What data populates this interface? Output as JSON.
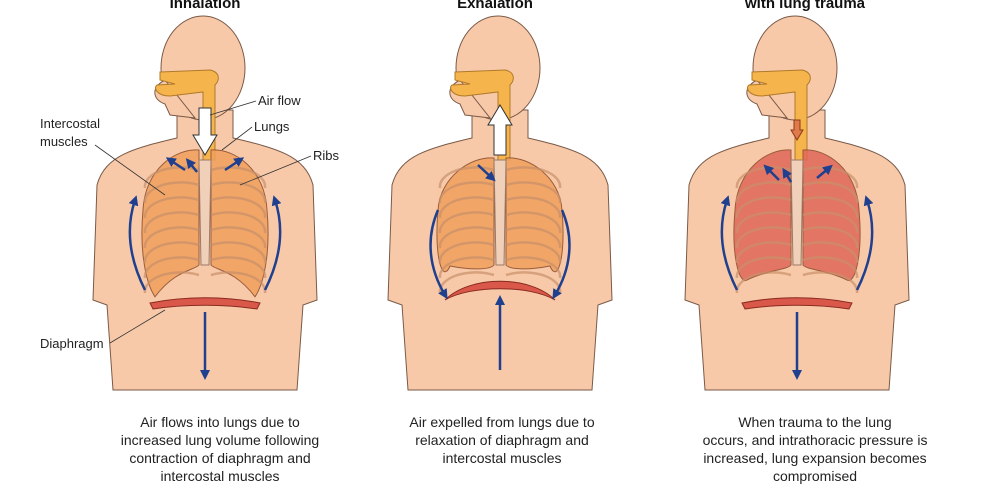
{
  "panels": [
    {
      "title": "Inhalation",
      "caption": [
        "Air flows into lungs due to",
        "increased lung volume following",
        "contraction of diaphragm and",
        "intercostal muscles"
      ]
    },
    {
      "title": "Exhalation",
      "caption": [
        "Air expelled from lungs due to",
        "relaxation of diaphragm and",
        "intercostal muscles"
      ]
    },
    {
      "title": "with lung trauma",
      "caption": [
        "When trauma to the lung",
        "occurs, and intrathoracic pressure is",
        "increased, lung expansion becomes",
        "compromised"
      ]
    }
  ],
  "labels": {
    "air_flow": "Air flow",
    "lungs": "Lungs",
    "ribs": "Ribs",
    "intercostal_1": "Intercostal",
    "intercostal_2": "muscles",
    "diaphragm": "Diaphragm"
  },
  "colors": {
    "skin": "#f7c9a8",
    "airway": "#f6b44c",
    "lung": "#f0a15e",
    "trauma_lung": "#e0675a",
    "arrow": "#1f3f8f",
    "diaphragm": "#d9584a"
  }
}
